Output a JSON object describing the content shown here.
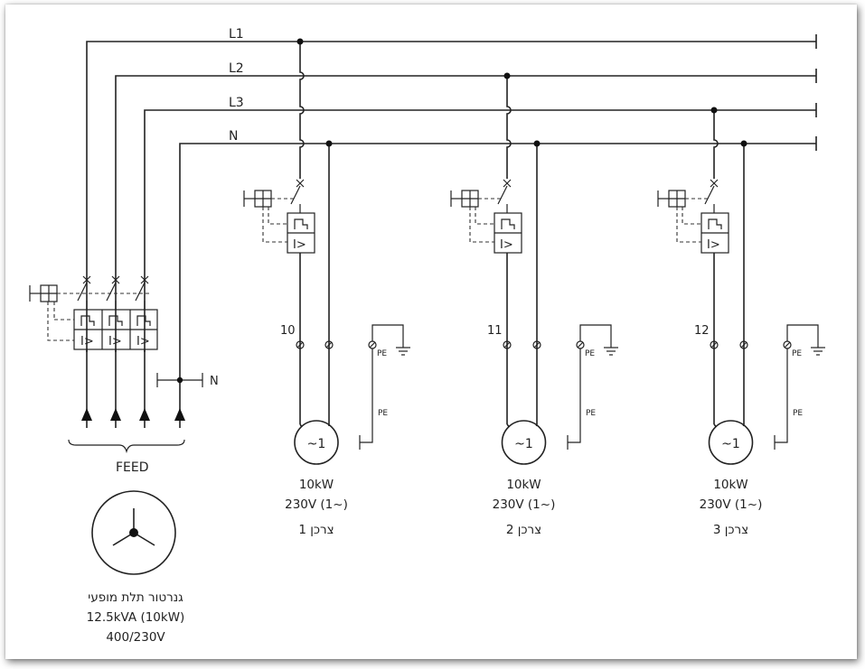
{
  "bus": {
    "l1": "L1",
    "l2": "L2",
    "l3": "L3",
    "n": "N"
  },
  "feed": {
    "label": "FEED",
    "neutral_label": "N",
    "breaker_trip_labels": [
      "I>",
      "I>",
      "I>"
    ]
  },
  "generator": {
    "line1": "גנרטור תלת מופעי",
    "line2": "12.5kVA (10kW)",
    "line3": "400/230V"
  },
  "consumers": [
    {
      "terminal": "10",
      "pe_top": "PE",
      "pe_side": "PE",
      "trip": "I>",
      "motor": "~1",
      "power": "10kW",
      "voltage": "230V (1~)",
      "name": "צרכן 1"
    },
    {
      "terminal": "11",
      "pe_top": "PE",
      "pe_side": "PE",
      "trip": "I>",
      "motor": "~1",
      "power": "10kW",
      "voltage": "230V (1~)",
      "name": "צרכן 2"
    },
    {
      "terminal": "12",
      "pe_top": "PE",
      "pe_side": "PE",
      "trip": "I>",
      "motor": "~1",
      "power": "10kW",
      "voltage": "230V (1~)",
      "name": "צרכן 3"
    }
  ],
  "colors": {
    "line": "#222222",
    "background": "#ffffff"
  }
}
